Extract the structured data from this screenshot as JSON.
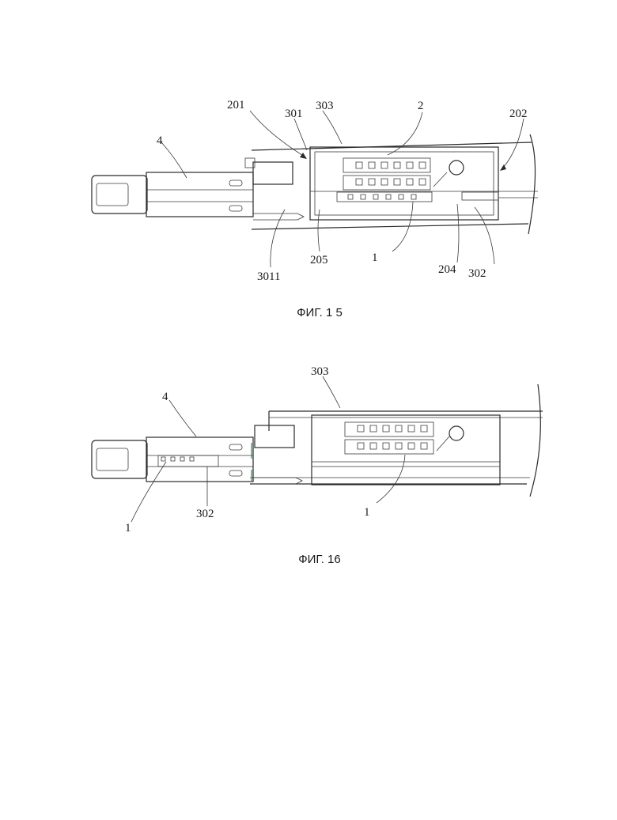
{
  "figures": [
    {
      "caption": "ФИГ. 1 5",
      "labels": [
        "201",
        "301",
        "303",
        "2",
        "202",
        "4",
        "3011",
        "205",
        "1",
        "204",
        "302"
      ]
    },
    {
      "caption": "ФИГ. 16",
      "labels": [
        "303",
        "4",
        "1",
        "302",
        "1"
      ]
    }
  ]
}
